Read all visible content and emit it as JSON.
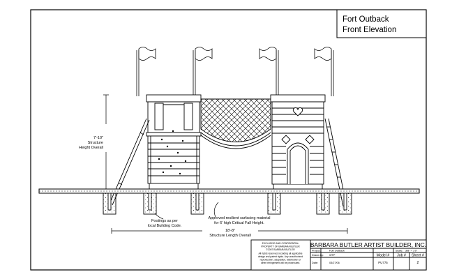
{
  "title": {
    "line1": "Fort Outback",
    "line2": "Front Elevation"
  },
  "dimensions": {
    "height_value": "7'-10\"",
    "height_label1": "Structure",
    "height_label2": "Height Overall",
    "length_value": "18'-8\"",
    "length_label": "Structure Length Overall"
  },
  "notes": {
    "footings1": "Footings as per",
    "footings2": "local Building Code.",
    "surfacing1": "Approved resilient surfacing material",
    "surfacing2": "for 6' high Critical Fall Height."
  },
  "title_block": {
    "confidential": [
      "EXCLUSIVE AND CONFIDENTIAL",
      "PROPERTY OF BARBARA BUTLER",
      "©2007 BARBARA BUTLER",
      "All rights reserved, including all applicable",
      "design and patent rights. Any unauthorized",
      "reproduction, adaptation, distribution or",
      "other infringement will be prosecuted."
    ],
    "company": "BARBARA BUTLER ARTIST BUILDER, INC.",
    "project_label": "Project:",
    "project_value": "Fort Outback",
    "drawn_label": "Drawn by:",
    "drawn_value": "WTP",
    "date_label": "Date:",
    "date_value": "03/27/06",
    "scale_label": "Scale:",
    "scale_value": "3/8\" = 1'0\"",
    "model_label": "Model #",
    "model_value": "PU775",
    "job_label": "Job #",
    "job_value": "",
    "sheet_label": "Sheet #",
    "sheet_value": "2"
  }
}
